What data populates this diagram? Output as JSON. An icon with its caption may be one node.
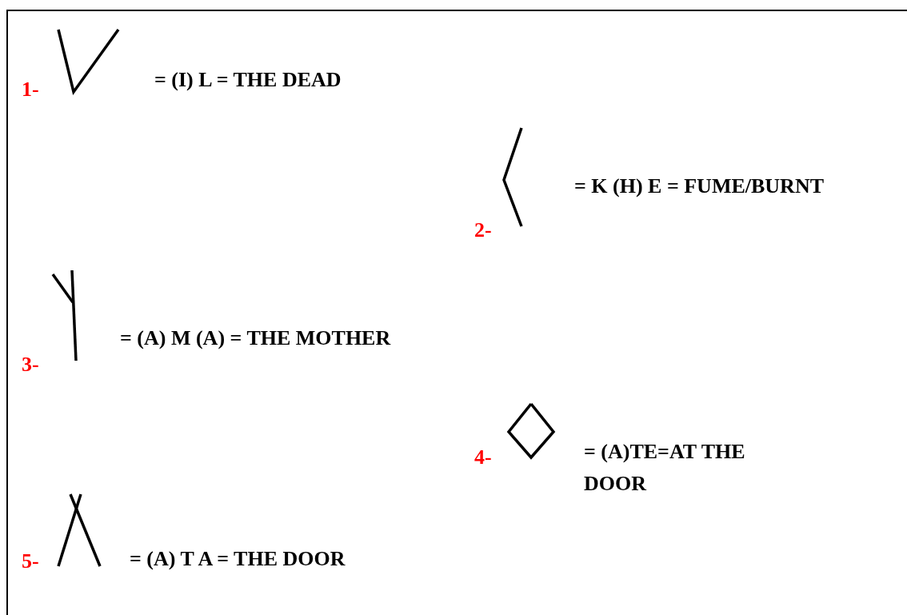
{
  "diagram": {
    "labels": [
      "1-",
      "= (I) L = THE DEAD",
      "= K (H) E = FUME/BURNT",
      "2-",
      "= (A) M (A) = THE MOTHER",
      "3-",
      "4-",
      "= (A)TE=AT THE DOOR",
      "5-",
      "= (A) T A = THE DOOR"
    ]
  }
}
